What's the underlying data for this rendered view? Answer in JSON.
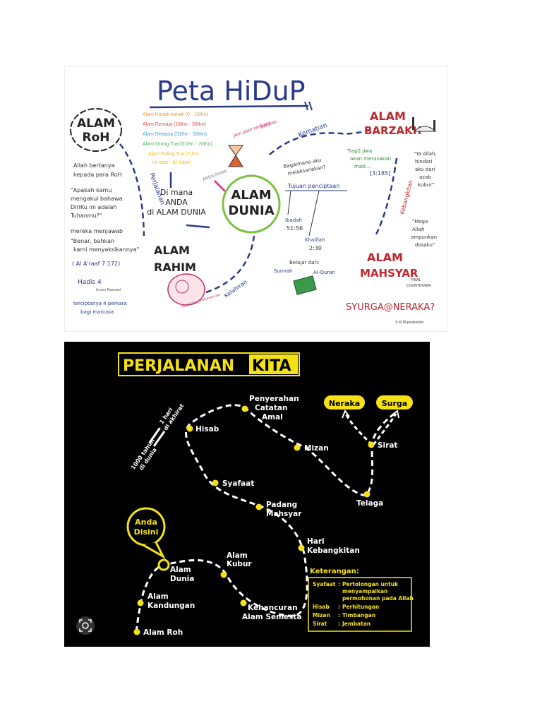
{
  "top_map": {
    "title": "Peta HiDuP",
    "alam_roh": [
      "ALAM",
      "RoH"
    ],
    "stages": [
      {
        "label": "Alam Kanak-kanak (0 - 15thn)",
        "color": "#e0a040"
      },
      {
        "label": "Alam Remaja (16thn - 30thn)",
        "color": "#e05050"
      },
      {
        "label": "Alam Dewasa (31thn - 50thn)",
        "color": "#40a0d0"
      },
      {
        "label": "Alam Orang Tua (51thn - 70thn)",
        "color": "#50b060"
      },
      {
        "label": "Alam Paling Tua (Tuhn...",
        "color": "#f0c020"
      },
      {
        "label": "ke atas - Al-Kibar)",
        "color": "#f0c020"
      }
    ],
    "roh_notes": [
      "Allah bertanya",
      "kepada para RoH",
      "\"Apakah kamu",
      "mengakui bahawa",
      "DiriKu ini adalah",
      "Tuhanmu?\"",
      "mereka menjawab",
      "\"Benar, bahkan",
      "kami menyaksikannya\"",
      "( Al A'raaf 7:172)"
    ],
    "perjalanan": "Perjalanan",
    "dimana": [
      "Di mana",
      "ANDA",
      "di ALAM DUNIA"
    ],
    "anda_tag": "ANDA DISINI",
    "alam_dunia": [
      "ALAM",
      "DUNIA"
    ],
    "kematian": "Kematian",
    "jam_note": [
      "Jam pasir sentiasa",
      "berjalan"
    ],
    "alam_barzakh": [
      "ALAM",
      "BARZAKH"
    ],
    "barzakh_note": [
      "Tiap2 jiwa",
      "akan merasakan",
      "mati..."
    ],
    "barzakh_ref": "[3:185]",
    "ya_allah": [
      "\"Ya Allah,",
      "hindari",
      "aku dari",
      "azab",
      "kubur\""
    ],
    "kebangkitan": "Kebangkitan",
    "questions": [
      "Bagaimana aku",
      "melaksanakan?"
    ],
    "tujuan": "Tujuan penciptaan",
    "ibadah": [
      "Ibadah",
      "51:56"
    ],
    "khalifah": [
      "Khalifah",
      "2:30"
    ],
    "belajar": "Belajar dari:",
    "sunnah": "Sunnah",
    "alquran": "Al-Quran",
    "moga": [
      "\"Moga",
      "Allah",
      "ampunkan",
      "dosaku\""
    ],
    "alam_rahim": [
      "ALAM",
      "RAHIM"
    ],
    "rahim_note": "Perut Ibu / ketuban ibu",
    "kelahiran": "Kelahiran",
    "hadis": [
      "Hadis 4",
      "Imam Nawawi"
    ],
    "hadis_note": [
      "terciptanya 4 perkara",
      "bagi manusia"
    ],
    "alam_mahsyar": [
      "ALAM",
      "MAHSYAR"
    ],
    "final": [
      "FINAL",
      "COUNTDOWN"
    ],
    "syurga": "SYURGA@NERAKA?",
    "credit": "© KITA production"
  },
  "journey": {
    "title_part1": "PERJALANAN",
    "title_part2": "KITA",
    "rule_left": [
      "1000 tahun",
      "di dunia"
    ],
    "rule_right": [
      "1 hari",
      "di akhirat"
    ],
    "anda_bubble": [
      "Anda",
      "Disini"
    ],
    "stops": [
      {
        "label": [
          "Alam Roh"
        ]
      },
      {
        "label": [
          "Alam",
          "Kandungan"
        ]
      },
      {
        "label": [
          "Alam",
          "Dunia"
        ]
      },
      {
        "label": [
          "Alam",
          "Kubur"
        ]
      },
      {
        "label": [
          "Kehancuran",
          "Alam Semesta"
        ]
      },
      {
        "label": [
          "Hari",
          "Kebangkitan"
        ]
      },
      {
        "label": [
          "Padang",
          "Mahsyar"
        ]
      },
      {
        "label": [
          "Syafaat"
        ]
      },
      {
        "label": [
          "Hisab"
        ]
      },
      {
        "label": [
          "Penyerahan",
          "Catatan",
          "Amal"
        ]
      },
      {
        "label": [
          "Mizan"
        ]
      },
      {
        "label": [
          "Telaga"
        ]
      },
      {
        "label": [
          "Sirat"
        ]
      }
    ],
    "destinations": [
      "Neraka",
      "Surga"
    ],
    "legend": {
      "title": "Keterangan:",
      "rows": [
        {
          "term": "Syafaat",
          "def": [
            "Pertolongan untuk",
            "menyampaikan",
            "permohonan pada Allah"
          ]
        },
        {
          "term": "Hisab",
          "def": [
            "Perhitungan"
          ]
        },
        {
          "term": "Mizan",
          "def": [
            "Timbangan"
          ]
        },
        {
          "term": "Sirat",
          "def": [
            "Jembatan"
          ]
        }
      ]
    },
    "accent": "#f5e216"
  }
}
